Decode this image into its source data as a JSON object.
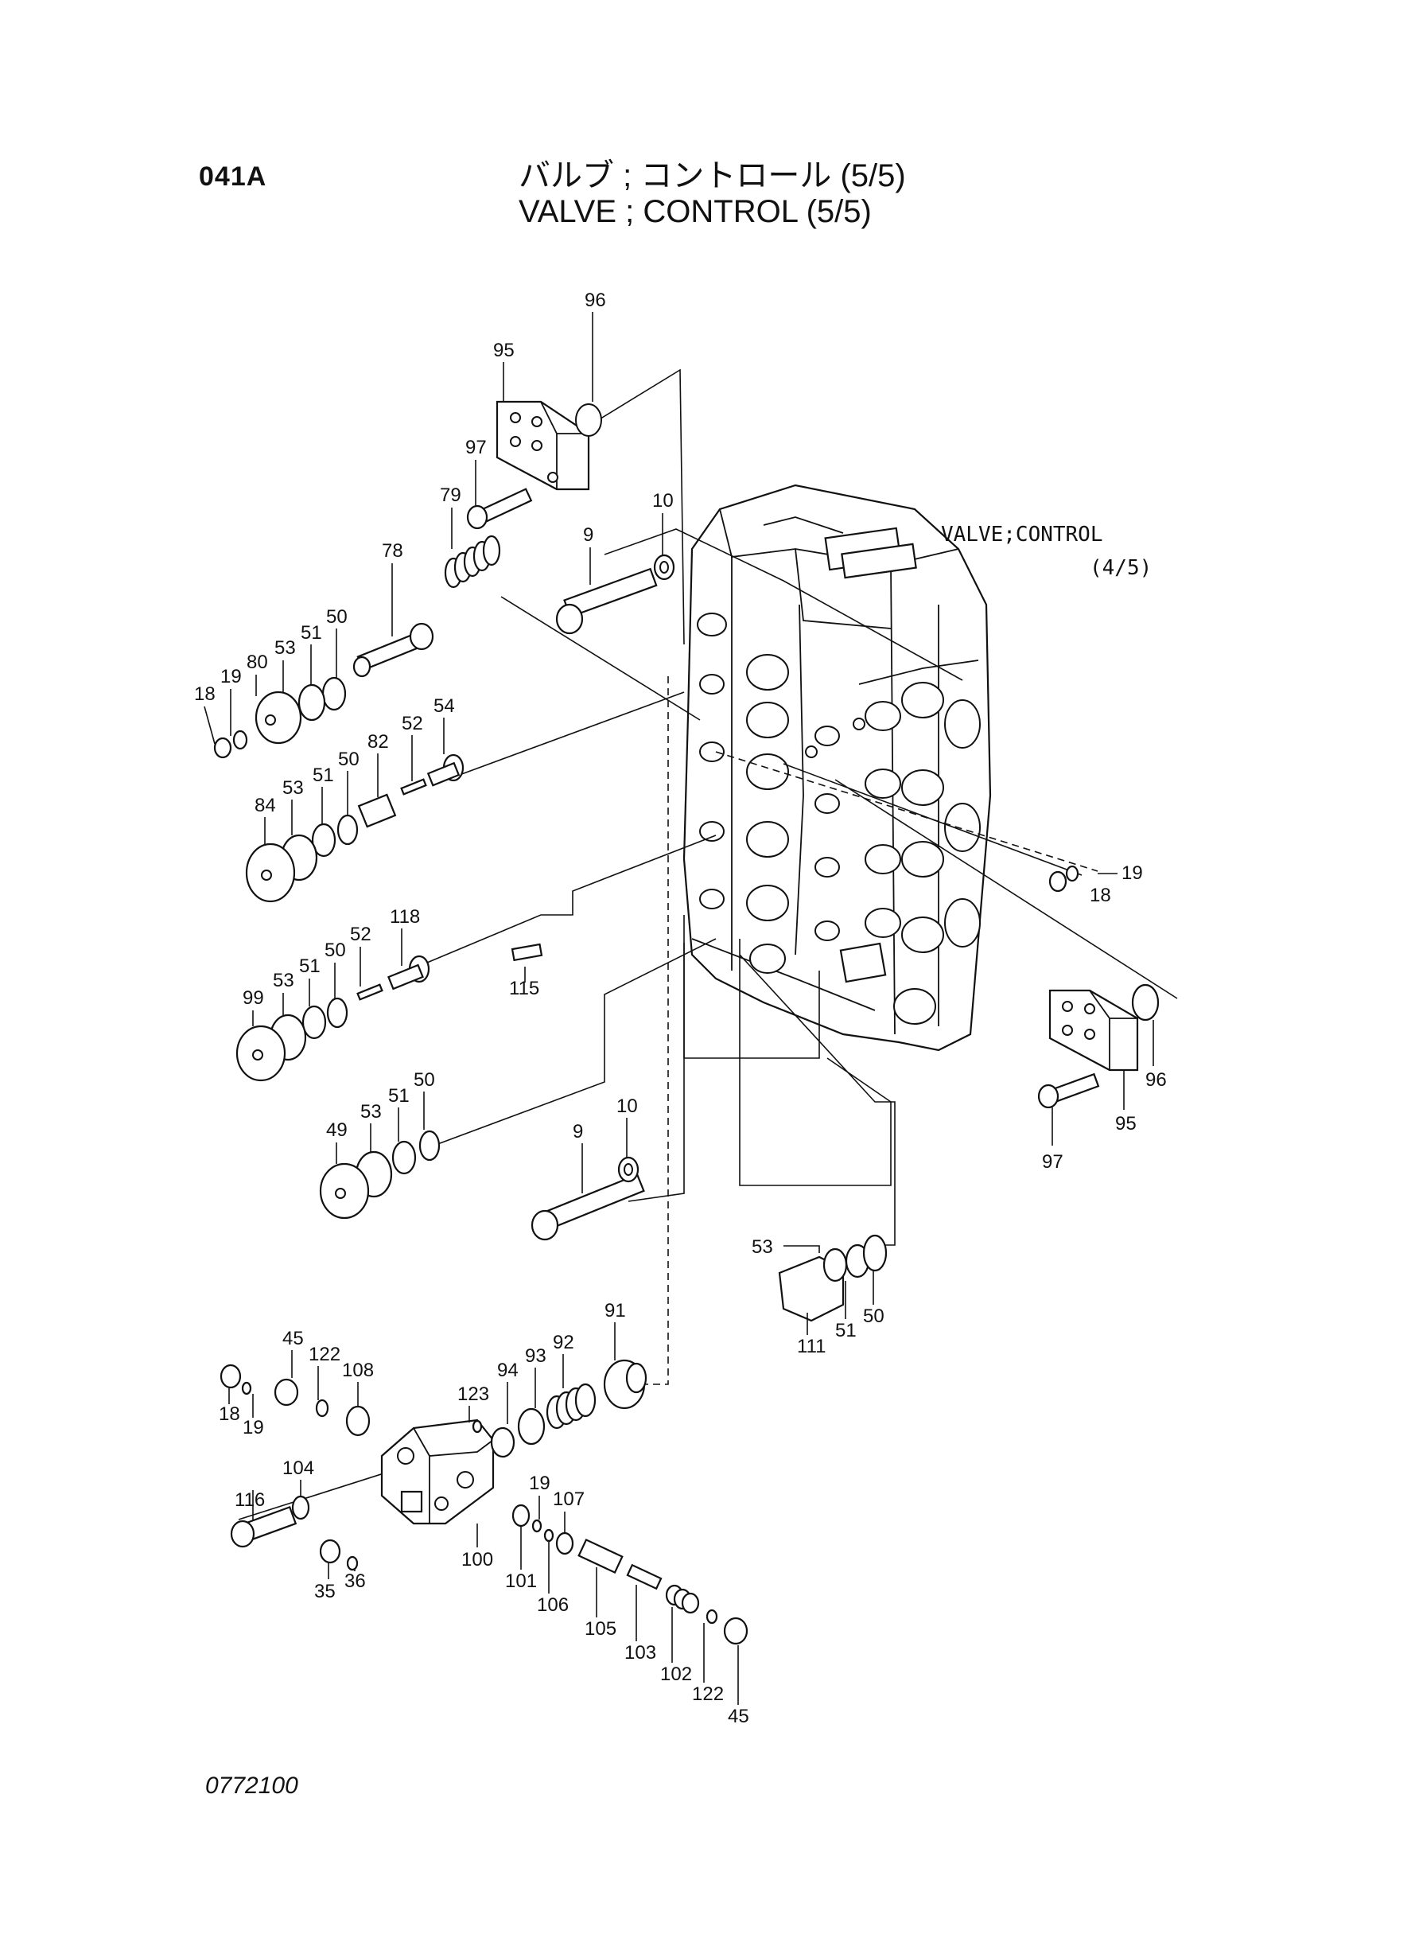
{
  "header": {
    "page_code": "041A",
    "title_jp": "バルブ ; コントロール (5/5)",
    "title_en": "VALVE ; CONTROL (5/5)"
  },
  "reference": {
    "line1": "VALVE;CONTROL",
    "line2": "(4/5)"
  },
  "footer": {
    "code": "0772100"
  },
  "callouts": [
    "96",
    "95",
    "97",
    "10",
    "9",
    "79",
    "78",
    "50",
    "51",
    "53",
    "80",
    "19",
    "18",
    "54",
    "52",
    "82",
    "50",
    "51",
    "53",
    "84",
    "19",
    "18",
    "118",
    "52",
    "50",
    "51",
    "53",
    "99",
    "115",
    "50",
    "51",
    "53",
    "49",
    "10",
    "9",
    "96",
    "95",
    "97",
    "53",
    "50",
    "51",
    "111",
    "91",
    "92",
    "93",
    "94",
    "123",
    "108",
    "122",
    "45",
    "18",
    "19",
    "116",
    "104",
    "35",
    "36",
    "100",
    "19",
    "107",
    "101",
    "106",
    "105",
    "103",
    "102",
    "122",
    "45"
  ]
}
